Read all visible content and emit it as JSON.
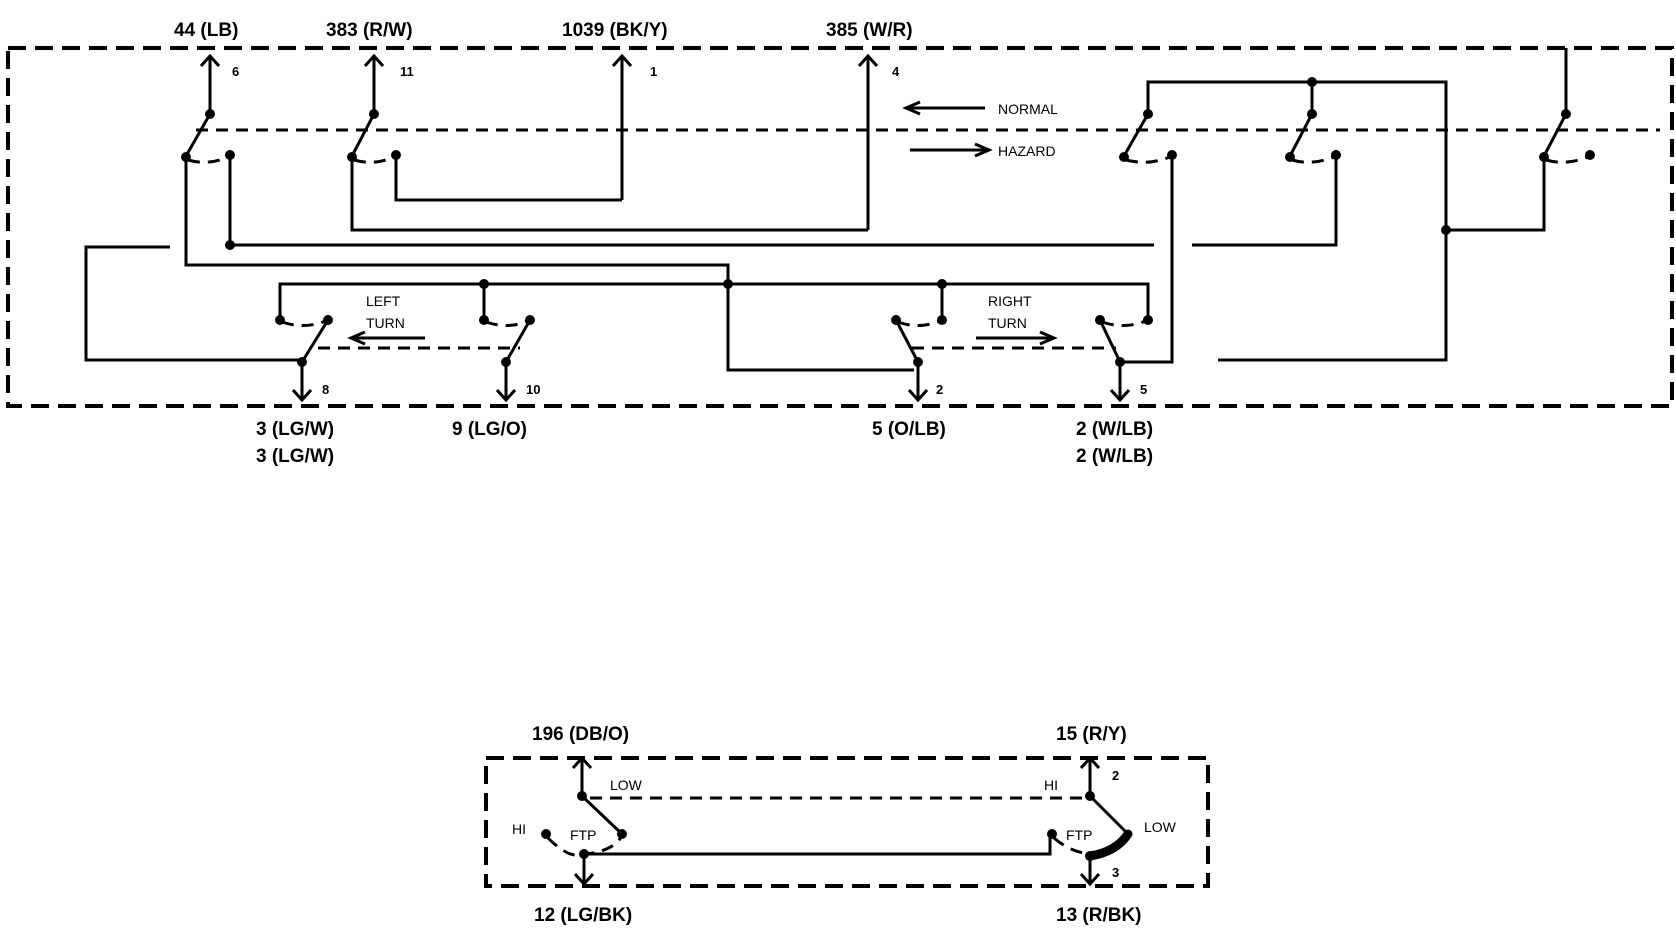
{
  "top_switch": {
    "top_wires": [
      "44 (LB)",
      "383 (R/W)",
      "1039 (BK/Y)",
      "385 (W/R)"
    ],
    "top_pins": [
      "6",
      "11",
      "1",
      "4"
    ],
    "bottom_pins": [
      "8",
      "10",
      "2",
      "5"
    ],
    "bottom_wires": {
      "pin8_a": "3 (LG/W)",
      "pin8_b": "3 (LG/W)",
      "pin10": "9 (LG/O)",
      "pin2": "5 (O/LB)",
      "pin5_a": "2 (W/LB)",
      "pin5_b": "2 (W/LB)"
    },
    "modes": {
      "normal": "NORMAL",
      "hazard": "HAZARD"
    },
    "turn": {
      "left_1": "LEFT",
      "left_2": "TURN",
      "right_1": "RIGHT",
      "right_2": "TURN"
    }
  },
  "bottom_switch": {
    "top_left_wire": "196 (DB/O)",
    "top_right_wire": "15 (R/Y)",
    "bottom_left_wire": "12 (LG/BK)",
    "bottom_right_wire": "13 (R/BK)",
    "pin_top_right": "2",
    "pin_bottom_right": "3",
    "labels": {
      "low_left": "LOW",
      "hi_right": "HI",
      "hi_left": "HI",
      "ftp_left": "FTP",
      "ftp_right": "FTP",
      "low_right": "LOW"
    }
  }
}
